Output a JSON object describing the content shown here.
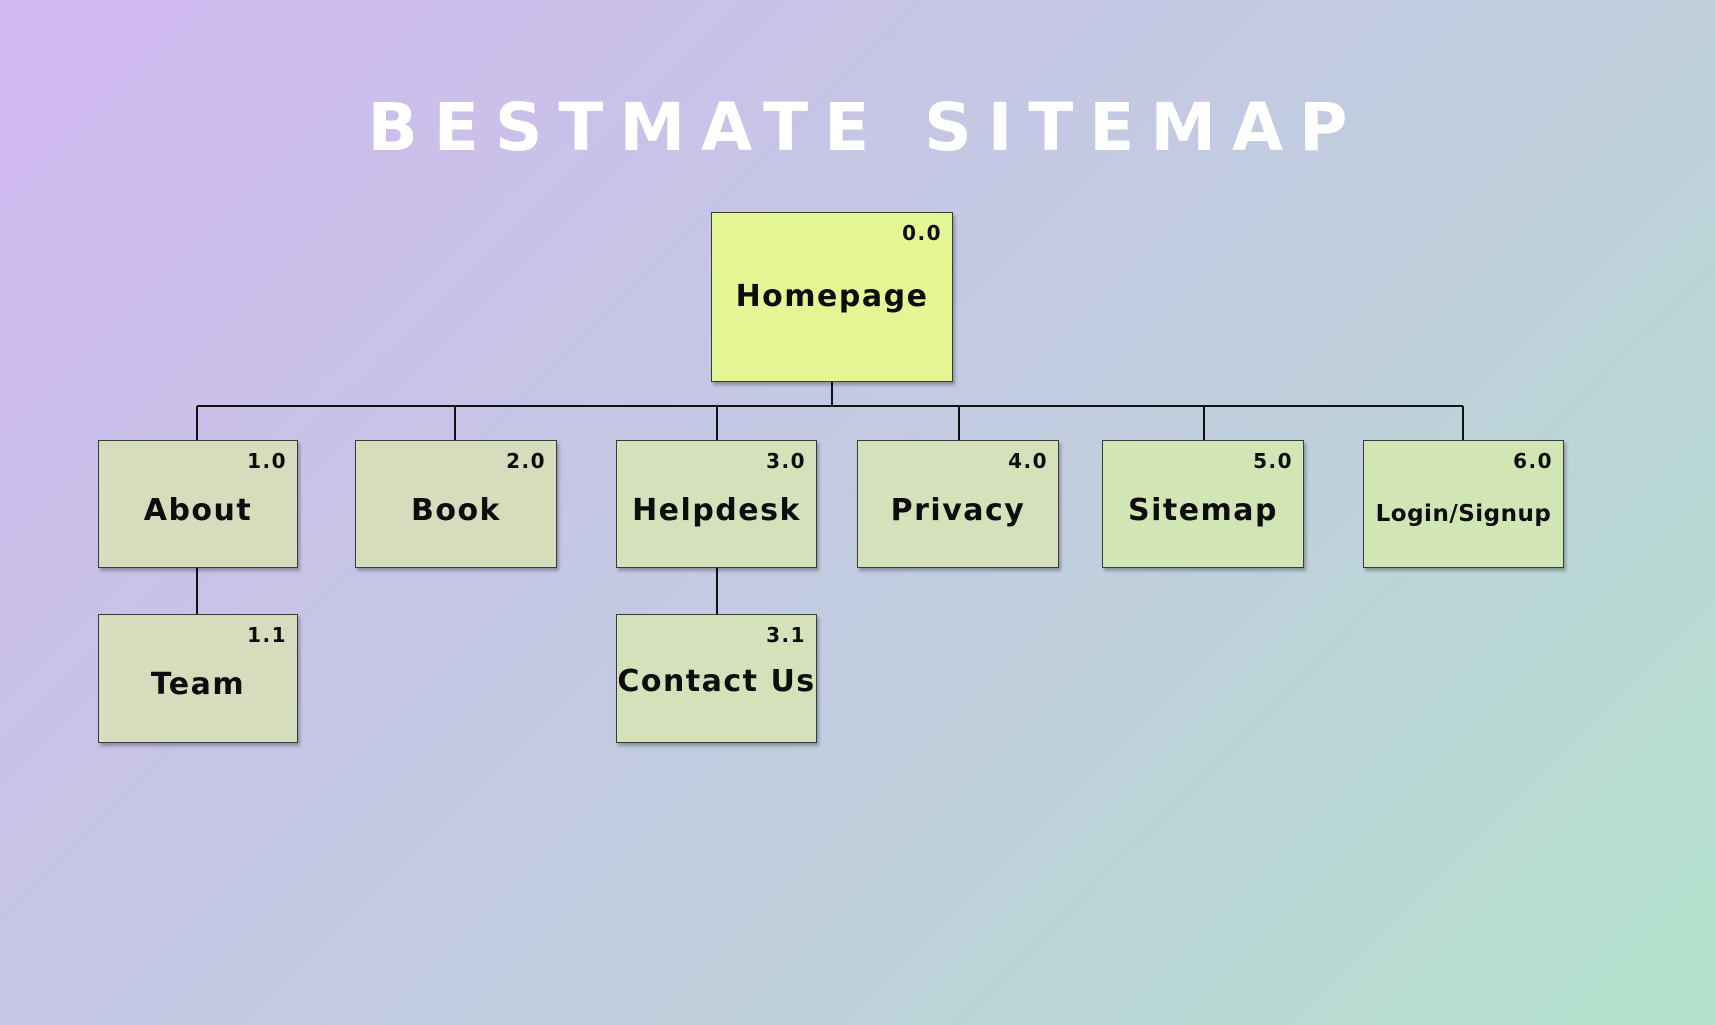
{
  "title": "BESTMATE SITEMAP",
  "nodes": {
    "homepage": {
      "num": "0.0",
      "label": "Homepage"
    },
    "about": {
      "num": "1.0",
      "label": "About"
    },
    "team": {
      "num": "1.1",
      "label": "Team"
    },
    "book": {
      "num": "2.0",
      "label": "Book"
    },
    "helpdesk": {
      "num": "3.0",
      "label": "Helpdesk"
    },
    "contact": {
      "num": "3.1",
      "label": "Contact Us"
    },
    "privacy": {
      "num": "4.0",
      "label": "Privacy"
    },
    "sitemap": {
      "num": "5.0",
      "label": "Sitemap"
    },
    "login": {
      "num": "6.0",
      "label": "Login/Signup"
    }
  },
  "colors": {
    "background_start": "#d2b7f1",
    "background_end": "#b3e2cc",
    "root_fill": "#e4f694",
    "node_fill": "#d6ddbd",
    "title": "#ffffff"
  }
}
